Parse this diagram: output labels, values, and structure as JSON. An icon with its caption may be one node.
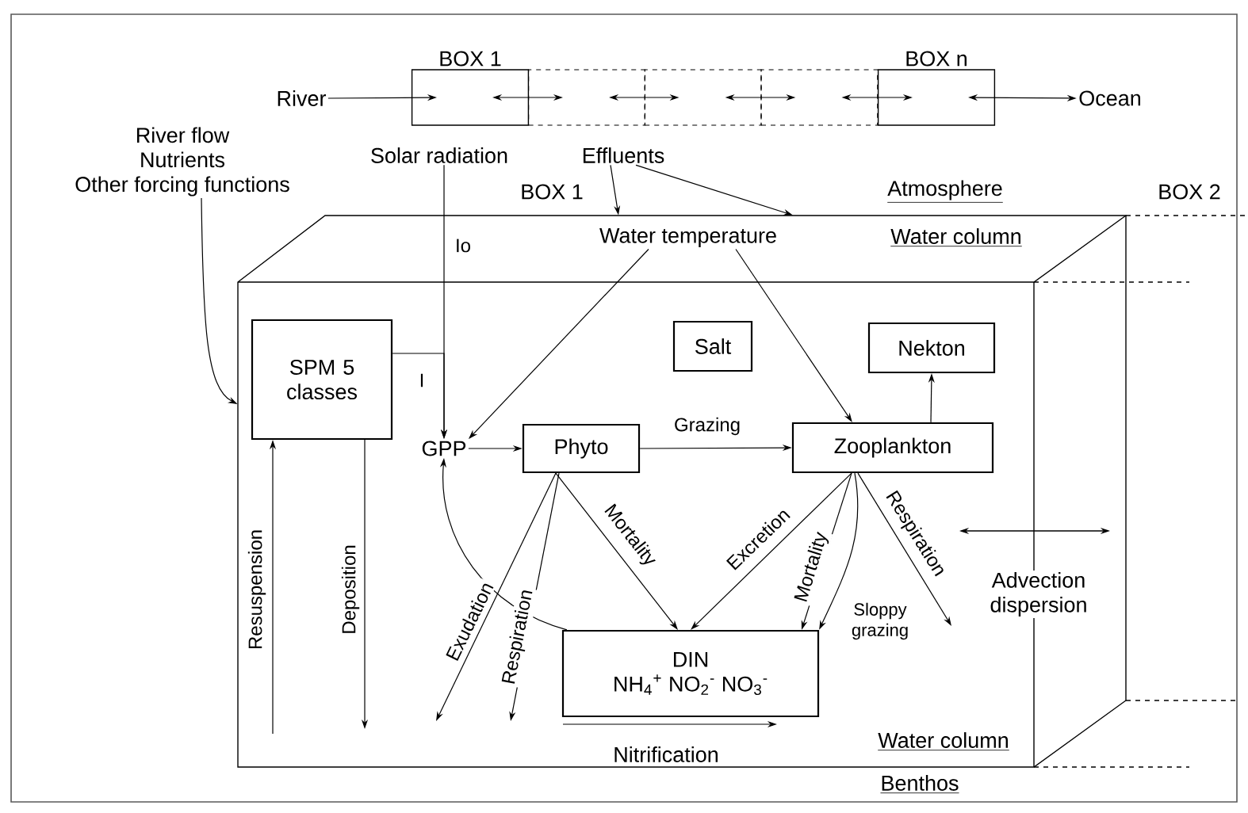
{
  "diagram": {
    "nodes": [
      {
        "text": [
          "River"
        ]
      },
      {
        "text": [
          "BOX 1"
        ]
      },
      {
        "text": [],
        "shape": "box"
      },
      {
        "text": [],
        "shape": "box"
      },
      {
        "text": [],
        "shape": "box"
      },
      {
        "text": [
          "BOX n"
        ]
      },
      {
        "text": [
          "Ocean"
        ]
      },
      {
        "text": [
          "River flow",
          "Nutrients",
          "Other forcing functions"
        ]
      },
      {
        "text": [
          "Solar radiation"
        ]
      },
      {
        "text": [
          "Effluents"
        ]
      },
      {
        "text": [
          "BOX 1"
        ]
      },
      {
        "text": [
          "Water temperature"
        ],
        "in": 10
      },
      {
        "text": [
          "SPM 5 classes"
        ],
        "in": 10
      },
      {
        "text": [
          "Salt"
        ],
        "in": 10
      },
      {
        "text": [
          "Nekton"
        ],
        "in": 10
      },
      {
        "text": [
          "GPP"
        ],
        "in": 10
      },
      {
        "text": [
          "Phyto"
        ],
        "in": 10
      },
      {
        "text": [
          "Zooplankton"
        ],
        "in": 10
      },
      {
        "text": [
          "DIN",
          "NH$_{4}$$^{+}$ NO$_{2}$$^{-}$ NO$_{3}$$^{-}$"
        ],
        "in": 10
      }
    ],
    "edges": [
      {
        "from": 0,
        "to": 1,
        "arrow": "to"
      },
      {
        "from": 1,
        "to": 2,
        "arrow": "both"
      },
      {
        "from": 2,
        "to": 3,
        "arrow": "both"
      },
      {
        "from": 3,
        "to": 4,
        "arrow": "both"
      },
      {
        "from": 4,
        "to": 5,
        "arrow": "both"
      },
      {
        "from": 5,
        "to": 6,
        "arrow": "both"
      },
      {
        "from": 7,
        "to": 10,
        "arrow": "to"
      },
      {
        "from": 9,
        "to": 10,
        "arrow": "to"
      },
      {
        "from": 9,
        "to": 10,
        "arrow": "to"
      },
      {
        "from": 8,
        "to": 15,
        "arrow": "to",
        "label": "Io"
      },
      {
        "from": 12,
        "to": 15,
        "arrow": "to",
        "label": "I"
      },
      {
        "from": 11,
        "to": 15,
        "arrow": "to"
      },
      {
        "from": 11,
        "to": 17,
        "arrow": "to"
      },
      {
        "from": 15,
        "to": 16,
        "arrow": "to"
      },
      {
        "from": 16,
        "to": 17,
        "arrow": "to",
        "label": "Grazing"
      },
      {
        "from": 17,
        "to": 14,
        "arrow": "to"
      },
      {
        "from": 16,
        "to": 18,
        "arrow": "to",
        "label": "Mortality"
      },
      {
        "from": 16,
        "to": null,
        "arrow": "to",
        "label": "Exudation"
      },
      {
        "from": 16,
        "to": null,
        "arrow": "to",
        "label": "Respiration"
      },
      {
        "from": 18,
        "to": 15,
        "arrow": "to"
      },
      {
        "from": 17,
        "to": 18,
        "arrow": "to",
        "label": "Excretion"
      },
      {
        "from": 17,
        "to": 18,
        "arrow": "to",
        "label": "Mortality"
      },
      {
        "from": 17,
        "to": 18,
        "arrow": "to",
        "label": "Sloppy grazing"
      },
      {
        "from": 17,
        "to": null,
        "arrow": "to",
        "label": "Respiration"
      },
      {
        "from": null,
        "to": 12,
        "arrow": "to",
        "label": "Resuspension"
      },
      {
        "from": 12,
        "to": null,
        "arrow": "to",
        "label": "Deposition"
      }
    ],
    "labels": [
      "Atmosphere",
      "BOX 2",
      "Water column",
      "Advection dispersion",
      "Water column",
      "Nitrification",
      "Benthos"
    ]
  }
}
